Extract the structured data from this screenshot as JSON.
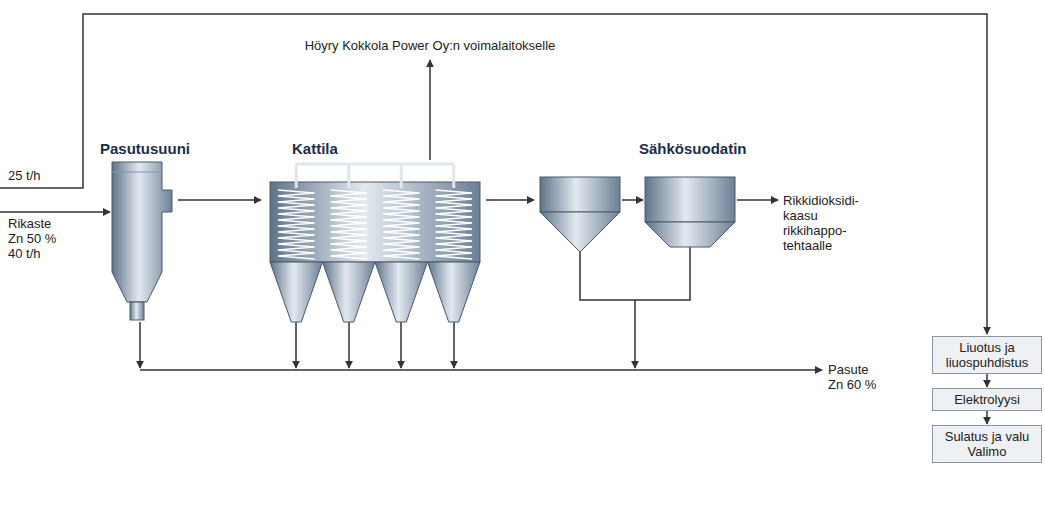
{
  "diagram": {
    "nodes": [
      {
        "text": [
          "Pasutusuuni"
        ]
      },
      {
        "text": [
          "Kattila"
        ]
      },
      {
        "text": [
          "Sähkösuodatin"
        ]
      },
      {
        "text": [
          "Liuotus ja liuospuhdistus"
        ]
      },
      {
        "text": [
          "Elektrolyysi"
        ]
      },
      {
        "text": [
          "Sulatus ja valu Valimo"
        ]
      }
    ],
    "edges": [
      {
        "from": 0,
        "to": 1,
        "arrow": "to"
      },
      {
        "from": 1,
        "to": 2,
        "arrow": "to"
      },
      {
        "from": 3,
        "to": 4,
        "arrow": "to"
      },
      {
        "from": 4,
        "to": 5,
        "arrow": "to"
      }
    ],
    "labels": [
      "25 t/h",
      "Rikaste Zn 50 % 40 t/h",
      "Höyry Kokkola Power Oy:n voimalaitokselle",
      "Rikkidioksidi- kaasu rikkihappo- tehtaalle",
      "Pasute Zn 60 %"
    ]
  }
}
